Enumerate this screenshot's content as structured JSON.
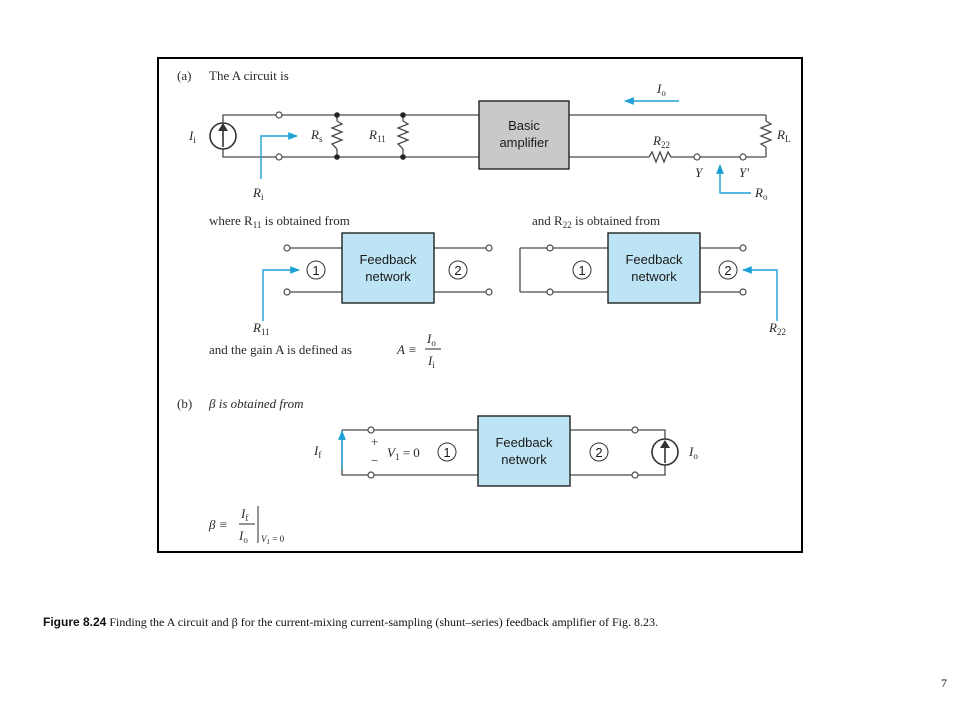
{
  "part_a": {
    "heading_letter": "(a)",
    "heading_text": "The A circuit is",
    "basic_amplifier_line1": "Basic",
    "basic_amplifier_line2": "amplifier",
    "label_Ii": "I",
    "label_Ii_sub": "i",
    "label_Rs": "R",
    "label_Rs_sub": "s",
    "label_R11": "R",
    "label_R11_sub": "11",
    "label_Ri": "R",
    "label_Ri_sub": "i",
    "label_Io": "I",
    "label_Io_sub": "o",
    "label_R22": "R",
    "label_R22_sub": "22",
    "label_RL": "R",
    "label_RL_sub": "L",
    "label_Y": "Y",
    "label_Yp": "Y′",
    "label_Ro": "R",
    "label_Ro_sub": "o",
    "where_text_1": "where R",
    "where_text_sub": "11",
    "where_text_2": " is obtained from",
    "and_text_1": "and R",
    "and_text_sub": "22",
    "and_text_2": " is obtained from",
    "fb_line1": "Feedback",
    "fb_line2": "network",
    "port1": "1",
    "port2": "2",
    "gain_text": "and the gain A is defined as",
    "gain_A": "A ≡"
  },
  "part_b": {
    "heading_letter": "(b)",
    "heading_text": "β is obtained from",
    "label_If": "I",
    "label_If_sub": "f",
    "plus": "+",
    "minus": "−",
    "v1_eq": "V",
    "v1_sub": "1",
    "v1_rest": " = 0",
    "fb_line1": "Feedback",
    "fb_line2": "network",
    "port1": "1",
    "port2": "2",
    "label_Io": "I",
    "label_Io_sub": "o",
    "beta_eq": "β ≡",
    "beta_cond": "V",
    "beta_cond_sub": "1",
    "beta_cond_rest": " = 0"
  },
  "caption": {
    "label": "Figure 8.24",
    "text": "  Finding the A circuit and β for the current-mixing current-sampling (shunt–series) feedback amplifier of Fig. 8.23."
  },
  "page_number": "7",
  "colors": {
    "box_fill": "#bde4f4",
    "basic_fill": "#c9c9c9",
    "accent": "#1ea0d6"
  }
}
